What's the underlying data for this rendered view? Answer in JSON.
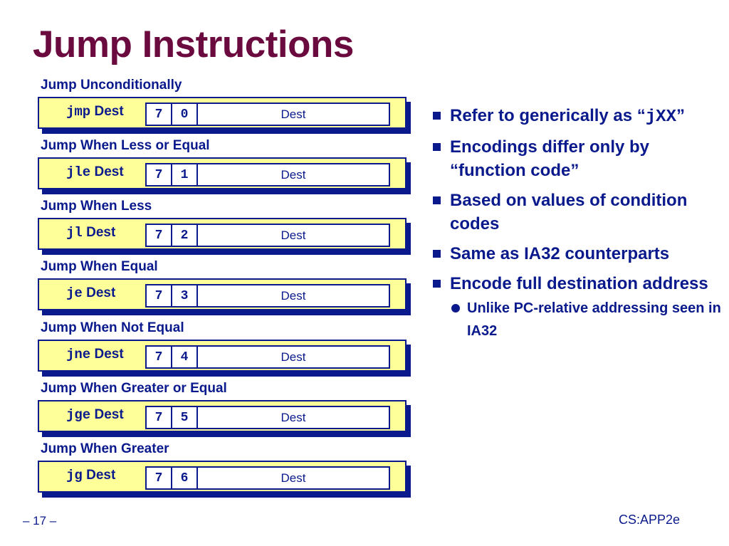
{
  "title": "Jump Instructions",
  "rows": [
    {
      "label": "Jump Unconditionally",
      "op": "jmp",
      "dest_label": "Dest",
      "icode": "7",
      "fn": "0",
      "field": "Dest"
    },
    {
      "label": "Jump When Less or Equal",
      "op": "jle",
      "dest_label": "Dest",
      "icode": "7",
      "fn": "1",
      "field": "Dest"
    },
    {
      "label": "Jump When Less",
      "op": "jl",
      "dest_label": "Dest",
      "icode": "7",
      "fn": "2",
      "field": "Dest"
    },
    {
      "label": "Jump When Equal",
      "op": "je",
      "dest_label": "Dest",
      "icode": "7",
      "fn": "3",
      "field": "Dest"
    },
    {
      "label": "Jump When Not Equal",
      "op": "jne",
      "dest_label": "Dest",
      "icode": "7",
      "fn": "4",
      "field": "Dest"
    },
    {
      "label": "Jump When Greater or Equal",
      "op": "jge",
      "dest_label": "Dest",
      "icode": "7",
      "fn": "5",
      "field": "Dest"
    },
    {
      "label": "Jump When Greater",
      "op": "jg",
      "dest_label": "Dest",
      "icode": "7",
      "fn": "6",
      "field": "Dest"
    }
  ],
  "bullets": {
    "b1_prefix": "Refer to generically as “",
    "b1_code": "jXX",
    "b1_suffix": "”",
    "b2": "Encodings differ only by “function code”",
    "b3": "Based on values of condition codes",
    "b4": "Same as IA32 counterparts",
    "b5": "Encode full destination address",
    "b5_sub": "Unlike PC-relative addressing seen in IA32"
  },
  "footer": {
    "page": "– 17 –",
    "course": "CS:APP2e"
  },
  "colors": {
    "title": "#6b0a3e",
    "text": "#0a1a8c",
    "box_fill": "#ffff99"
  }
}
